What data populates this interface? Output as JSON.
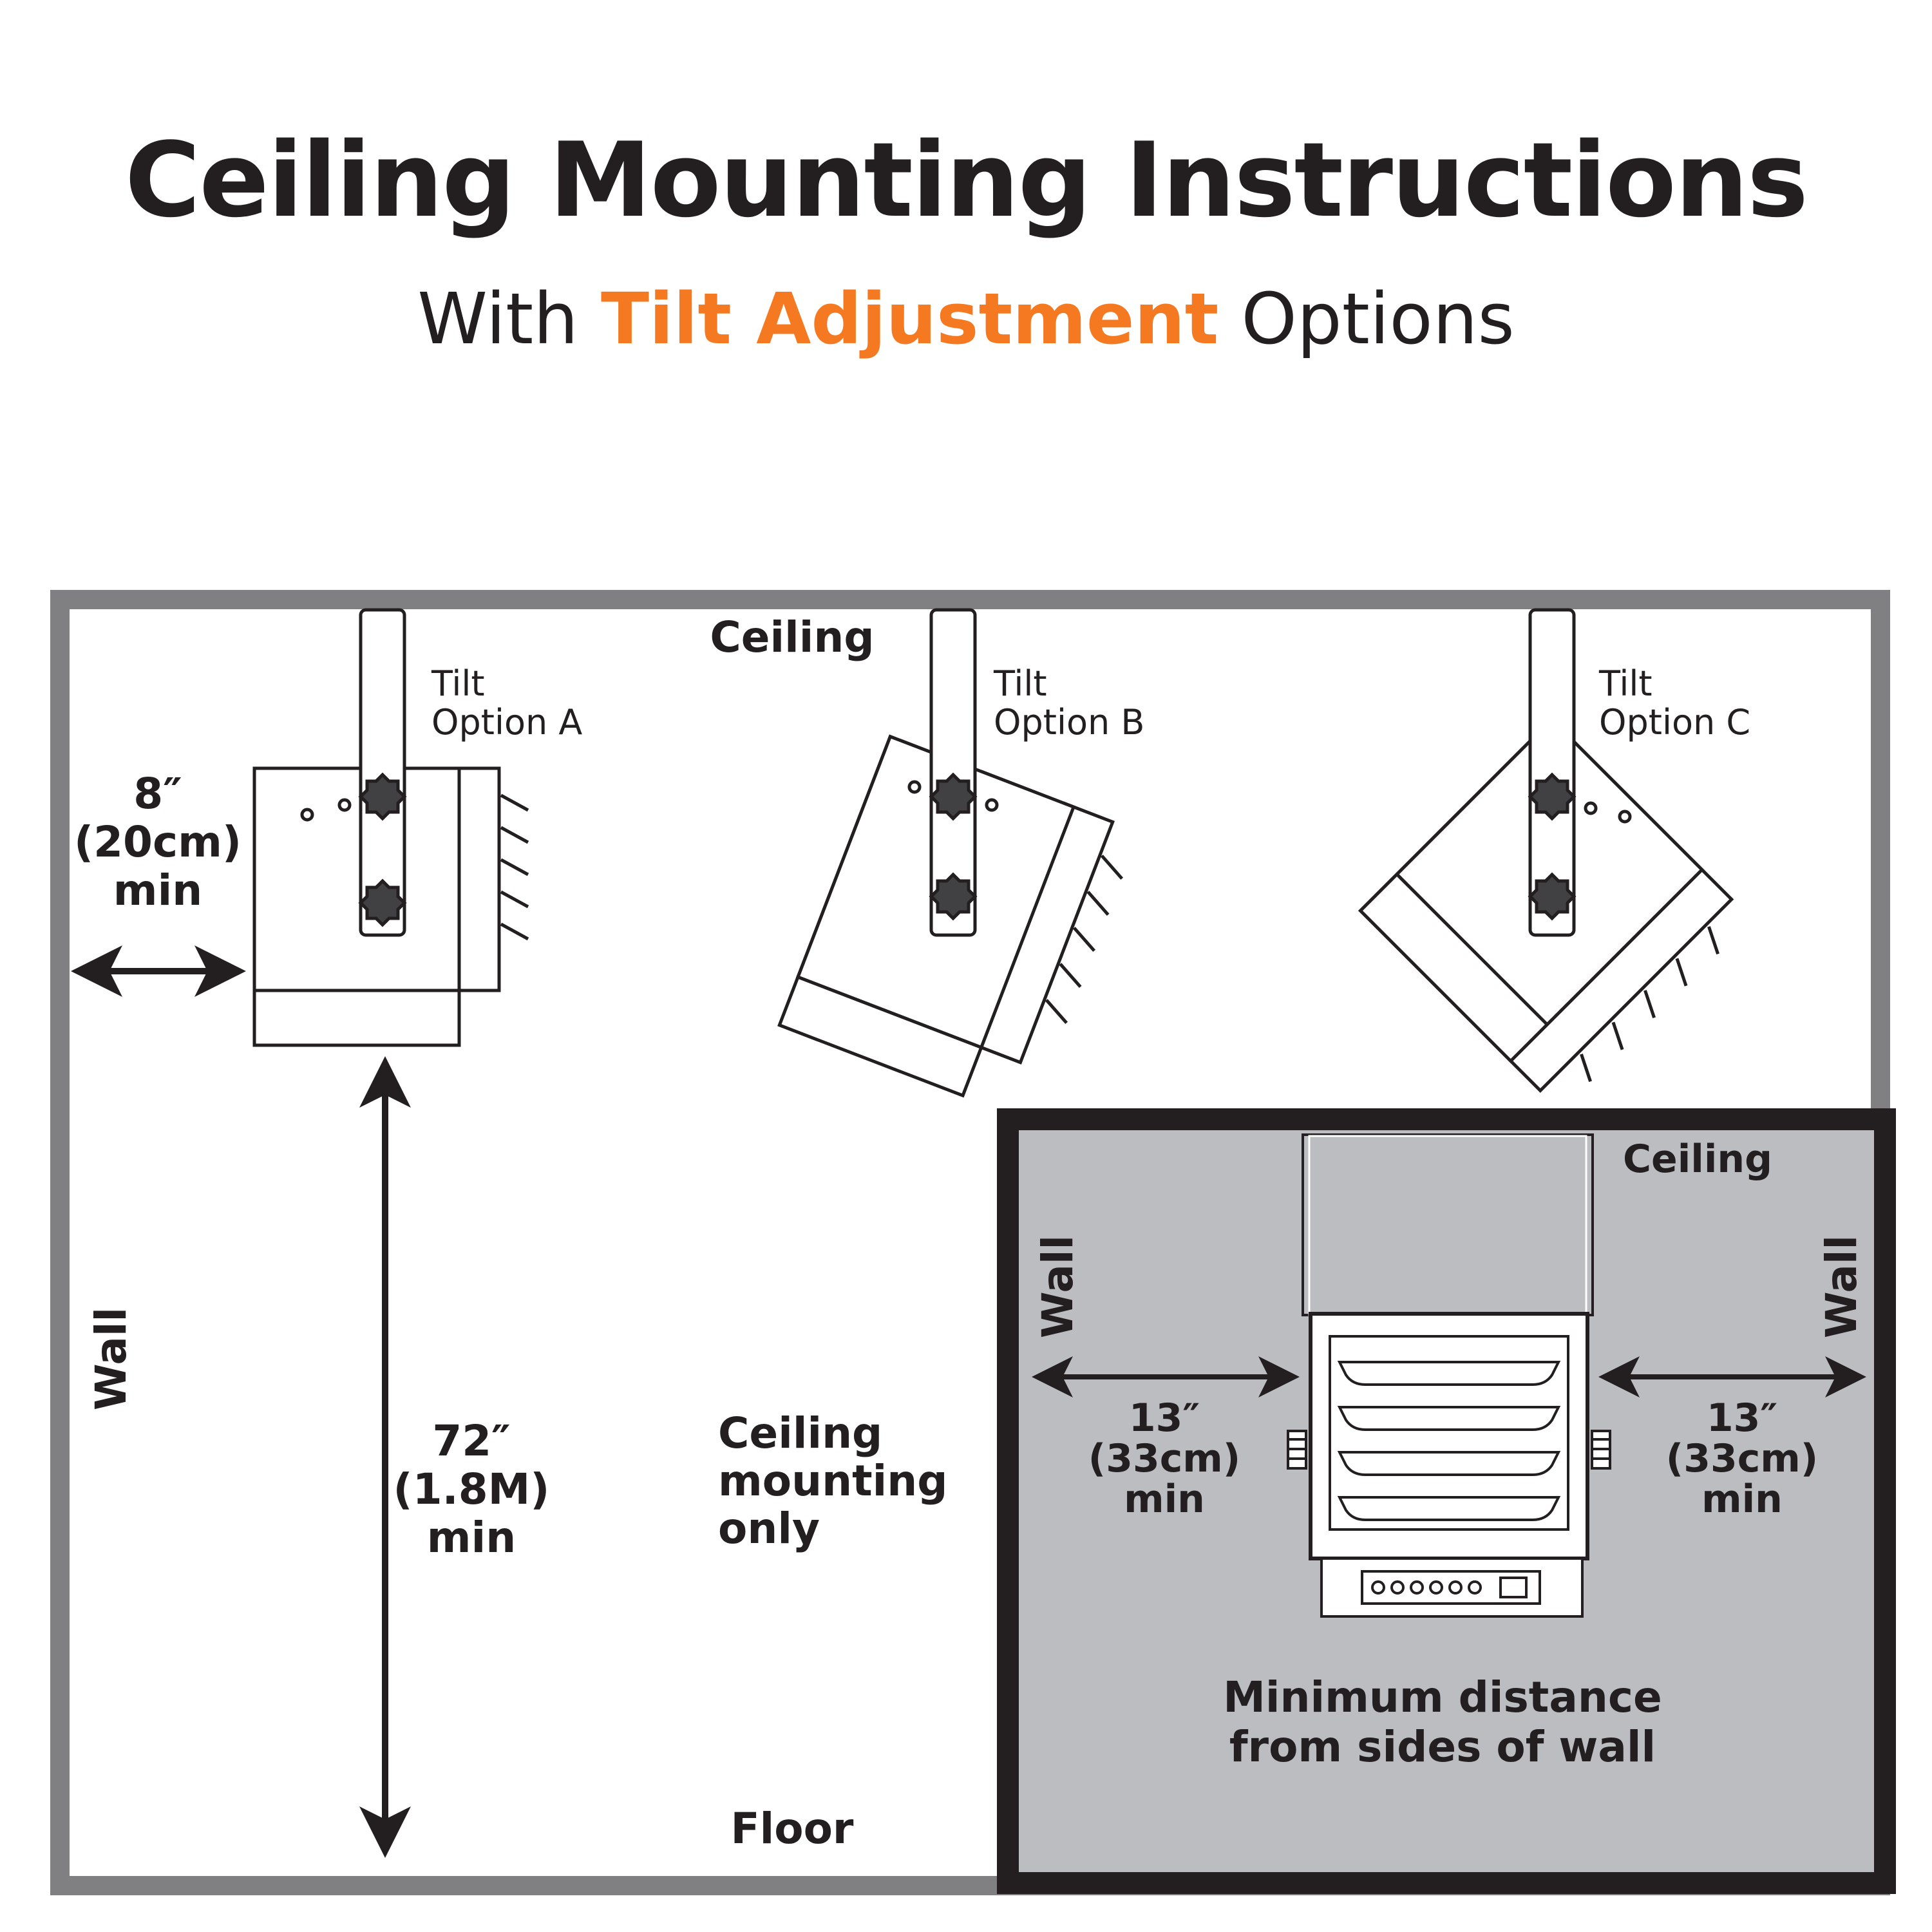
{
  "header": {
    "title": "Ceiling Mounting Instructions",
    "subtitle_pre": "With ",
    "subtitle_highlight": "Tilt Adjustment",
    "subtitle_post": " Options"
  },
  "colors": {
    "accent": "#f47920",
    "text": "#231f20",
    "room_border": "#808083",
    "inset_bg": "#bcbdc0",
    "inset_border": "#231f20"
  },
  "room": {
    "ceiling_label": "Ceiling",
    "floor_label": "Floor",
    "wall_label": "Wall",
    "side_clearance": [
      "8″",
      "(20cm)",
      "min"
    ],
    "floor_clearance": [
      "72″",
      "(1.8M)",
      "min"
    ],
    "note": [
      "Ceiling",
      "mounting",
      "only"
    ]
  },
  "tilt_options": [
    {
      "line1": "Tilt",
      "line2": "Option A"
    },
    {
      "line1": "Tilt",
      "line2": "Option B"
    },
    {
      "line1": "Tilt",
      "line2": "Option C"
    }
  ],
  "inset": {
    "ceiling_label": "Ceiling",
    "wall_left_label": "Wall",
    "wall_right_label": "Wall",
    "left_clearance": [
      "13″",
      "(33cm)",
      "min"
    ],
    "right_clearance": [
      "13″",
      "(33cm)",
      "min"
    ],
    "caption": [
      "Minimum distance",
      "from sides of wall"
    ]
  }
}
